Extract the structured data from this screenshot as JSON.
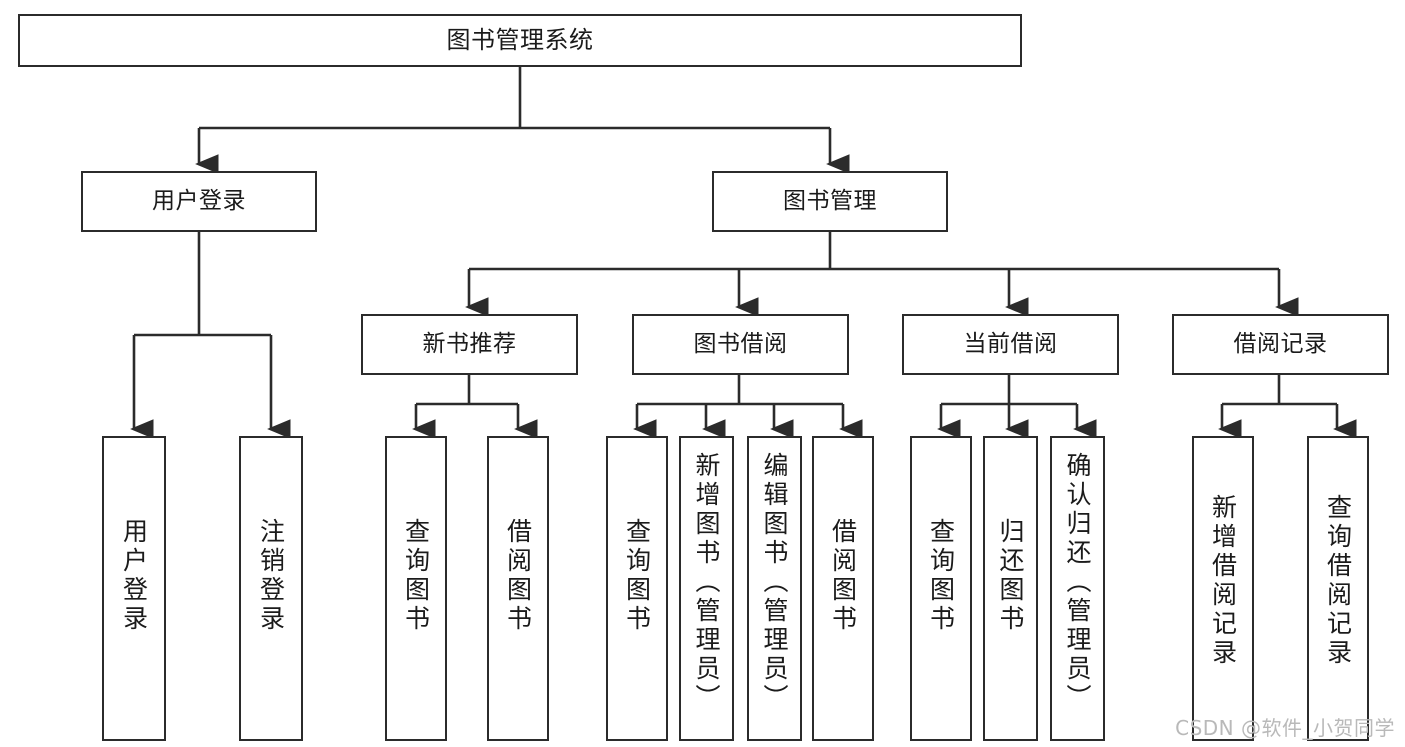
{
  "diagram": {
    "type": "tree-hierarchy-chart",
    "title": "图书管理系统",
    "colors": {
      "box_border": "#2b2b2b",
      "box_fill": "#ffffff",
      "text": "#1b1b1b",
      "connector": "#2b2b2b",
      "watermark": "#b9b9b9",
      "background": "#ffffff"
    },
    "root": {
      "label": "图书管理系统"
    },
    "level2": [
      {
        "id": "user-login",
        "label": "用户登录"
      },
      {
        "id": "book-manage",
        "label": "图书管理"
      }
    ],
    "level3": [
      {
        "id": "new-book-recommend",
        "label": "新书推荐"
      },
      {
        "id": "book-borrow",
        "label": "图书借阅"
      },
      {
        "id": "current-borrow",
        "label": "当前借阅"
      },
      {
        "id": "borrow-record",
        "label": "借阅记录"
      }
    ],
    "leaves": {
      "user_login": [
        {
          "id": "leaf-user-login",
          "label": "用户登录"
        },
        {
          "id": "leaf-logout-login",
          "label": "注销登录"
        }
      ],
      "new_book_recommend": [
        {
          "id": "leaf-query-book-1",
          "label": "查询图书"
        },
        {
          "id": "leaf-borrow-book-1",
          "label": "借阅图书"
        }
      ],
      "book_borrow": [
        {
          "id": "leaf-query-book-2",
          "label": "查询图书"
        },
        {
          "id": "leaf-add-book",
          "label": "新增图书（管理员）"
        },
        {
          "id": "leaf-edit-book",
          "label": "编辑图书（管理员）"
        },
        {
          "id": "leaf-borrow-book-2",
          "label": "借阅图书"
        }
      ],
      "current_borrow": [
        {
          "id": "leaf-query-book-3",
          "label": "查询图书"
        },
        {
          "id": "leaf-return-book",
          "label": "归还图书"
        },
        {
          "id": "leaf-confirm-return",
          "label": "确认归还（管理员）"
        }
      ],
      "borrow_record": [
        {
          "id": "leaf-add-record",
          "label": "新增借阅记录"
        },
        {
          "id": "leaf-query-record",
          "label": "查询借阅记录"
        }
      ]
    },
    "watermark": "CSDN @软件_小贺同学"
  }
}
